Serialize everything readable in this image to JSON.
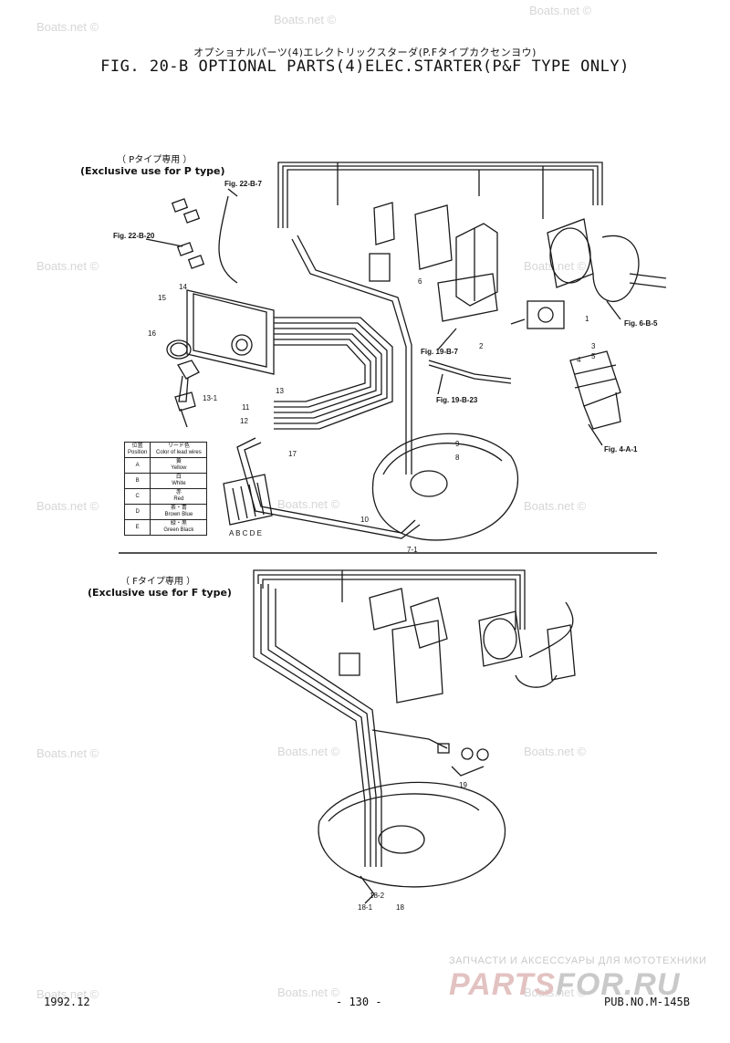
{
  "header": {
    "japanese_title": "オプショナルパーツ(4)エレクトリックスターダ(P.Fタイプカクセンヨウ)",
    "title": "FIG. 20-B OPTIONAL PARTS(4)ELEC.STARTER(P&F TYPE ONLY)"
  },
  "sections": {
    "p_type": {
      "japanese": "（ Pタイプ専用 ）",
      "english": "(Exclusive use for P type)"
    },
    "f_type": {
      "japanese": "（ Fタイプ専用 ）",
      "english": "(Exclusive use for F type)"
    }
  },
  "fig_refs": {
    "r1": "Fig. 22-B-7",
    "r2": "Fig. 22-B-20",
    "r3": "Fig. 6-B-5",
    "r4": "Fig. 19-B-7",
    "r5": "Fig. 19-B-23",
    "r6": "Fig. 4-A-1"
  },
  "callouts": {
    "c1": "1",
    "c2": "2",
    "c3": "3",
    "c4": "4",
    "c5": "5",
    "c6": "6",
    "c8": "8",
    "c9": "9",
    "c10": "10",
    "c11": "11",
    "c12": "12",
    "c13": "13",
    "c13_1": "13-1",
    "c14": "14",
    "c15": "15",
    "c16": "16",
    "c17": "17",
    "c7_1": "7-1",
    "c19": "19",
    "c18": "18",
    "c18_1": "18-1",
    "c18_2": "18-2",
    "abcde": "A B C D E"
  },
  "legend": {
    "col1_header": "位置\nPosition",
    "col2_header": "リード色\nColor of lead wires",
    "rows": [
      {
        "pos": "A",
        "color": "黄\nYellow"
      },
      {
        "pos": "B",
        "color": "白\nWhite"
      },
      {
        "pos": "C",
        "color": "赤\nRed"
      },
      {
        "pos": "D",
        "color": "茶・青\nBrown Blue"
      },
      {
        "pos": "E",
        "color": "緑・黒\nGreen Black"
      }
    ]
  },
  "watermarks": [
    "Boats.net ©",
    "Boats.net ©",
    "Boats.net ©",
    "Boats.net ©",
    "Boats.net ©",
    "Boats.net ©",
    "Boats.net ©",
    "Boats.net ©",
    "Boats.net ©",
    "Boats.net ©",
    "Boats.net ©",
    "Boats.net ©",
    "Boats.net ©",
    "Boats.net ©"
  ],
  "footer": {
    "date": "1992.12",
    "page": "- 130 -",
    "pub": "PUB.NO.M-145B",
    "brand_sub": "ЗАПЧАСТИ И АКСЕССУАРЫ ДЛЯ МОТОТЕХНИКИ",
    "brand_a": "PARTS",
    "brand_b": "FOR.RU"
  }
}
